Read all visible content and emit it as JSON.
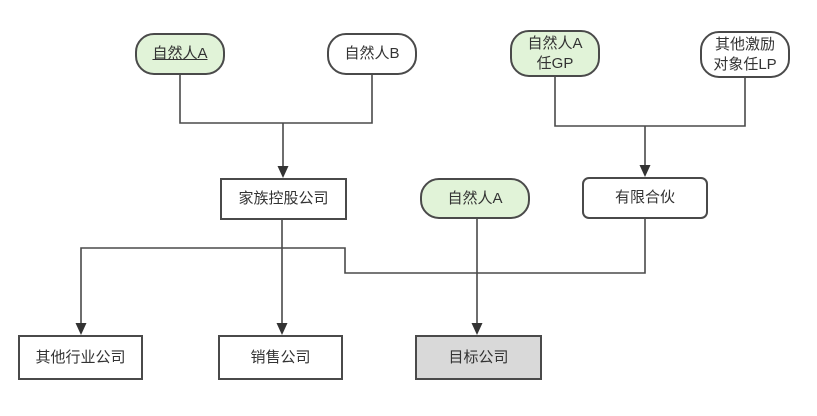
{
  "diagram": {
    "type": "org-structure",
    "background": "#ffffff",
    "colors": {
      "green_fill": "#e1f3d8",
      "white_fill": "#ffffff",
      "gray_fill": "#d9d9d9",
      "border": "#4a4a4a",
      "line": "#4a4a4a",
      "arrow": "#333333",
      "text": "#333333"
    },
    "nodes": {
      "natural_a_top": {
        "label": "自然人A",
        "shape": "pill",
        "fill": "green",
        "underlined": true
      },
      "natural_b": {
        "label": "自然人B",
        "shape": "pill",
        "fill": "white"
      },
      "natural_a_gp": {
        "line1": "自然人A",
        "line2": "任GP",
        "shape": "pill",
        "fill": "green"
      },
      "incentive_lp": {
        "line1": "其他激励",
        "line2": "对象任LP",
        "shape": "pill",
        "fill": "white"
      },
      "family_holding": {
        "label": "家族控股公司",
        "shape": "rect",
        "fill": "white"
      },
      "natural_a_mid": {
        "label": "自然人A",
        "shape": "pill",
        "fill": "green"
      },
      "limited_partnership": {
        "label": "有限合伙",
        "shape": "rounded-rect",
        "fill": "white"
      },
      "other_industry": {
        "label": "其他行业公司",
        "shape": "rect",
        "fill": "white"
      },
      "sales": {
        "label": "销售公司",
        "shape": "rect",
        "fill": "white"
      },
      "target": {
        "label": "目标公司",
        "shape": "rect",
        "fill": "gray"
      }
    },
    "edges": [
      {
        "from": "natural_a_top",
        "to": "family_holding"
      },
      {
        "from": "natural_b",
        "to": "family_holding"
      },
      {
        "from": "natural_a_gp",
        "to": "limited_partnership"
      },
      {
        "from": "incentive_lp",
        "to": "limited_partnership"
      },
      {
        "from": "family_holding",
        "to": "other_industry"
      },
      {
        "from": "family_holding",
        "to": "sales"
      },
      {
        "from": "family_holding",
        "to": "target"
      },
      {
        "from": "natural_a_mid",
        "to": "target"
      },
      {
        "from": "limited_partnership",
        "to": "target"
      }
    ]
  }
}
